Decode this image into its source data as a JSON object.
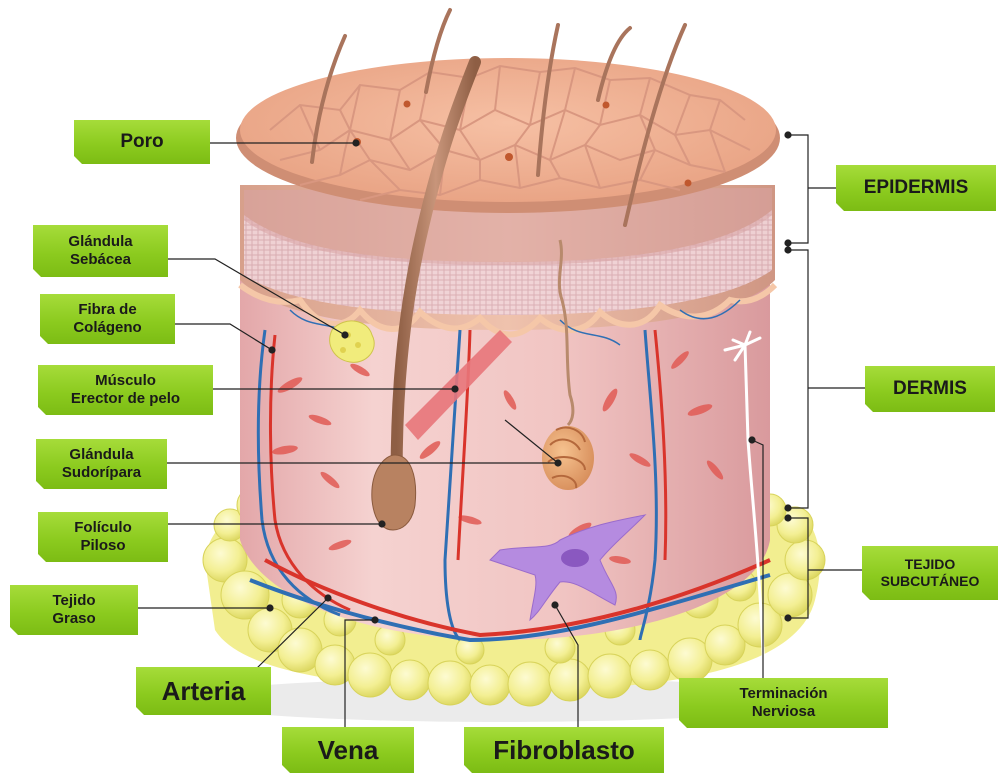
{
  "labels": {
    "poro": "Poro",
    "glandula_sebacea": [
      "Glándula",
      "Sebácea"
    ],
    "fibra_colageno": [
      "Fibra de",
      "Colágeno"
    ],
    "musculo_erector": [
      "Músculo",
      "Erector de pelo"
    ],
    "glandula_sudoripara": [
      "Glándula",
      "Sudorípara"
    ],
    "foliculo_piloso": [
      "Folículo",
      "Piloso"
    ],
    "tejido_graso": [
      "Tejido",
      "Graso"
    ],
    "arteria": "Arteria",
    "vena": "Vena",
    "fibroblasto": "Fibroblasto",
    "terminacion_nerviosa": [
      "Terminación",
      "Nerviosa"
    ],
    "epidermis": "EPIDERMIS",
    "dermis": "DERMIS",
    "tejido_subcutaneo": [
      "TEJIDO",
      "SUBCUTÁNEO"
    ]
  },
  "colors": {
    "label_green": "#8ccb1f",
    "skin_top": "#f2b497",
    "dermis": "#f0c4c4",
    "fat": "#f1ee8e",
    "artery": "#d9342b",
    "vein": "#2f6fb4",
    "nerve": "#ffffff",
    "fibroblast": "#b58be0"
  }
}
